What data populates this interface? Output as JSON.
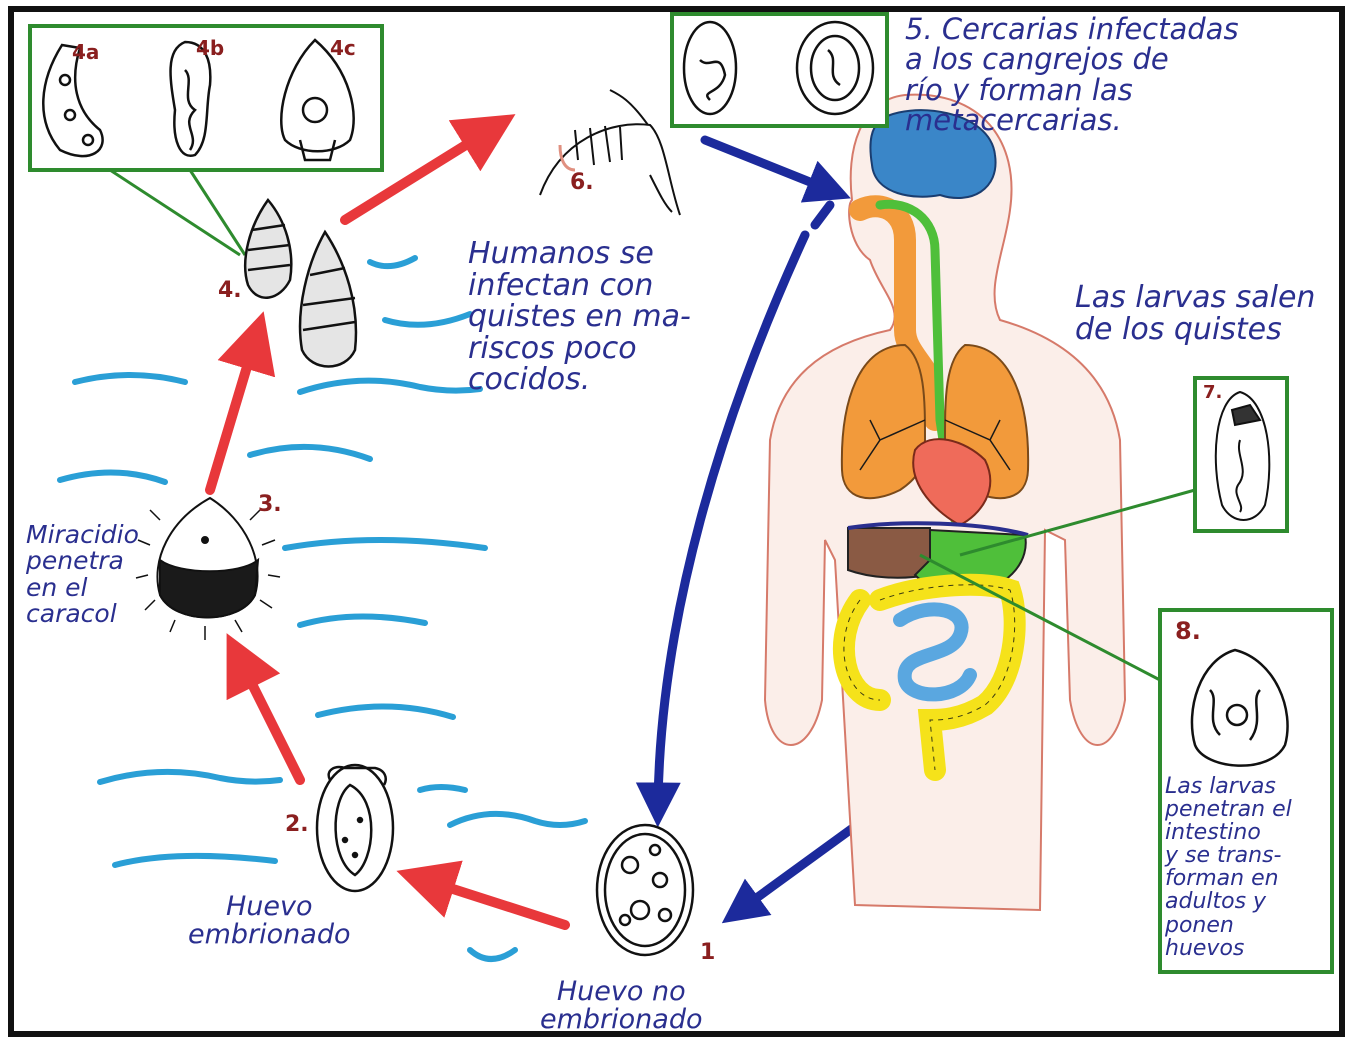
{
  "labels": {
    "step1_num": "1",
    "step1_text": "Huevo no\nembrionado",
    "step2_num": "2.",
    "step2_text": "Huevo\nembrionado",
    "step3_num": "3.",
    "step3_text": "Miracidio\npenetra\nen el\ncaracol",
    "step4_num": "4.",
    "step4a": "4a",
    "step4b": "4b",
    "step4c": "4c",
    "step5_text": "5. Cercarias infectadas\na los cangrejos de\nrío y forman las\nmetacercarias.",
    "step6_num": "6.",
    "step6_text": "Humanos se\ninfectan con\nquistes en ma-\nriscos poco\ncocidos.",
    "step7_num": "7.",
    "step7_text": "Las larvas salen\nde los quistes",
    "step8_num": "8.",
    "step8_text": "Las larvas\npenetran el\nintestino\ny se trans-\nforman en\nadultos y\nponen\nhuevos"
  },
  "colors": {
    "red_arrow": "#e8383b",
    "blue_arrow": "#1c2a9c",
    "water": "#2a9fd6",
    "box_border": "#2e8b2e",
    "brain": "#3a86c8",
    "lungs": "#f29a3b",
    "heart": "#ef6b5a",
    "liver": "#8a5a44",
    "stomach": "#4fbf3a",
    "colon": "#f5e21a",
    "small_intestine": "#5aa7e0",
    "esophagus": "#4fbf3a",
    "body_outline": "#e0a090"
  }
}
